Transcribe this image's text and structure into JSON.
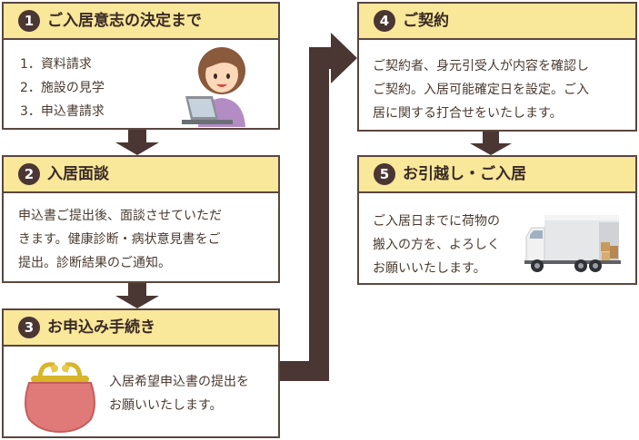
{
  "steps": [
    {
      "number": "1",
      "title": "ご入居意志の決定まで",
      "items": [
        "1．資料請求",
        "2．施設の見学",
        "3．申込書請求"
      ],
      "illustration": "woman-at-laptop-icon"
    },
    {
      "number": "2",
      "title": "入居面談",
      "lines": [
        "申込書ご提出後、面談させていただ",
        "きます。健康診断・病状意見書をご",
        "提出。診断結果のご通知。"
      ]
    },
    {
      "number": "3",
      "title": "お申込み手続き",
      "lines": [
        "入居希望申込書の提出を",
        "お願いいたします。"
      ],
      "illustration": "coin-purse-icon"
    },
    {
      "number": "4",
      "title": "ご契約",
      "lines": [
        "ご契約者、身元引受人が内容を確認し",
        "ご契約。入居可能確定日を設定。ご入",
        "居に関する打合せをいたします。"
      ]
    },
    {
      "number": "5",
      "title": "お引越し・ご入居",
      "lines": [
        "ご入居日までに荷物の",
        "搬入の方を、よろしく",
        "お願いいたします。"
      ],
      "illustration": "moving-truck-icon"
    }
  ],
  "colors": {
    "header_bg": "#f9e79a",
    "border": "#5a4640",
    "arrow": "#4a3632",
    "badge": "#4a3632"
  }
}
